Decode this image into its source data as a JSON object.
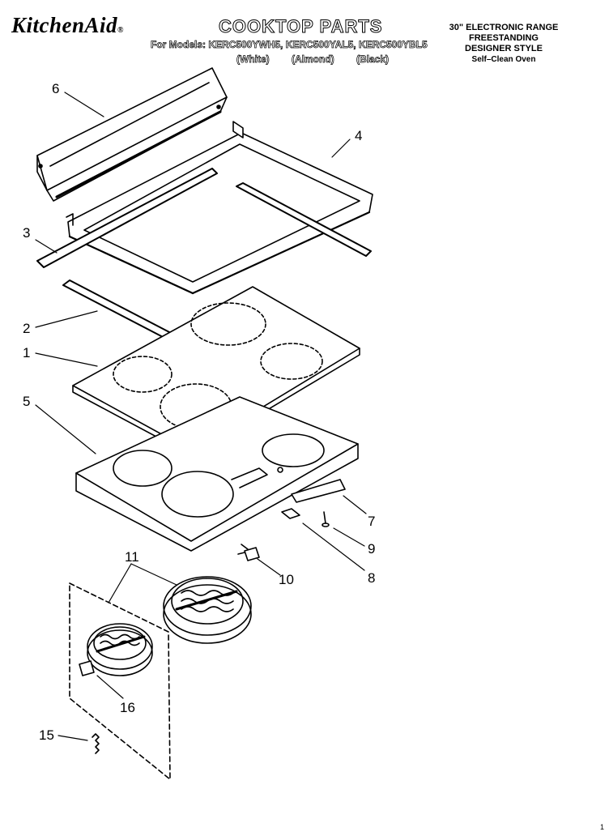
{
  "header": {
    "brand": "KitchenAid",
    "brand_mark": "®",
    "title": "COOKTOP PARTS",
    "models": "For Models: KERC500YWH5, KERC500YAL5, KERC500YBL5",
    "colors": [
      "(White)",
      "(Almond)",
      "(Black)"
    ],
    "product": [
      "30\" ELECTRONIC RANGE",
      "FREESTANDING",
      "DESIGNER STYLE",
      "Self–Clean Oven"
    ]
  },
  "callouts": [
    "6",
    "4",
    "3",
    "2",
    "1",
    "5",
    "7",
    "9",
    "8",
    "10",
    "11",
    "16",
    "15"
  ],
  "corner_mark": "1"
}
